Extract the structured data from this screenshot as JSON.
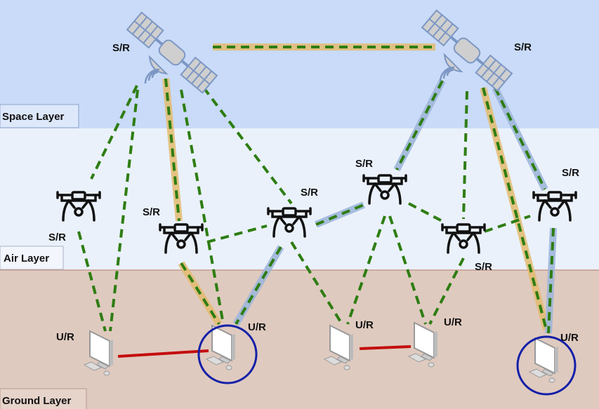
{
  "layers": {
    "space": "Space Layer",
    "air": "Air Layer",
    "ground": "Ground Layer"
  },
  "node_labels": {
    "satellite_1": "S/R",
    "satellite_2": "S/R",
    "drone_1": "S/R",
    "drone_2": "S/R",
    "drone_3": "S/R",
    "drone_4": "S/R",
    "drone_5": "S/R",
    "drone_6": "S/R",
    "user_1": "U/R",
    "user_2": "U/R",
    "user_3": "U/R",
    "user_4": "U/R",
    "user_5": "U/R"
  },
  "colors": {
    "space_bg": "#c9dbf8",
    "air_bg": "#eaf1fb",
    "ground_bg": "#dfcabf",
    "green_link": "#2e7d12",
    "yellow_highlight": "#e3bb6e",
    "blue_highlight": "#9fb6d9",
    "red_link": "#c40d0d",
    "circle": "#1420a8"
  }
}
